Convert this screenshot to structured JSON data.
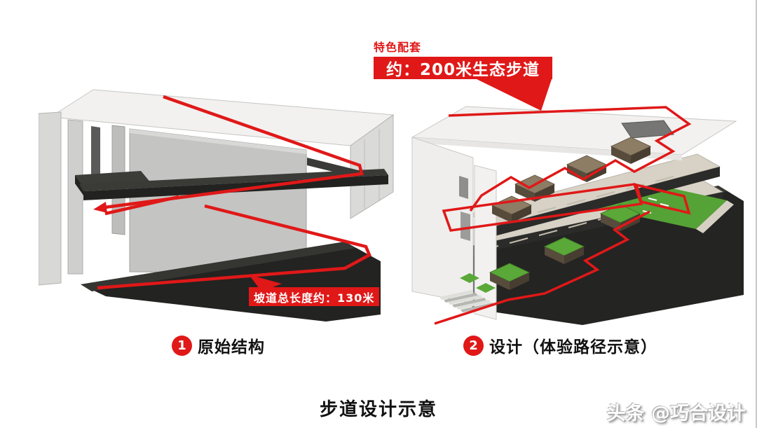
{
  "annotations": {
    "feature_label": "特色配套",
    "trail_banner": "约：200米生态步道",
    "ramp_banner": "坡道总长度约：130米"
  },
  "captions": [
    {
      "number": "1",
      "label": "原始结构"
    },
    {
      "number": "2",
      "label": "设计（体验路径示意）"
    }
  ],
  "footer": {
    "title": "步道设计示意",
    "watermark": "头条 @巧合设计"
  },
  "colors": {
    "accent_red": "#e01818",
    "structure_dark": "#242422",
    "wall_gray": "#c4c4c2",
    "deck_greige": "#d8d2c6",
    "lawn_green": "#55a236",
    "roof_white": "#f2f1ef"
  }
}
